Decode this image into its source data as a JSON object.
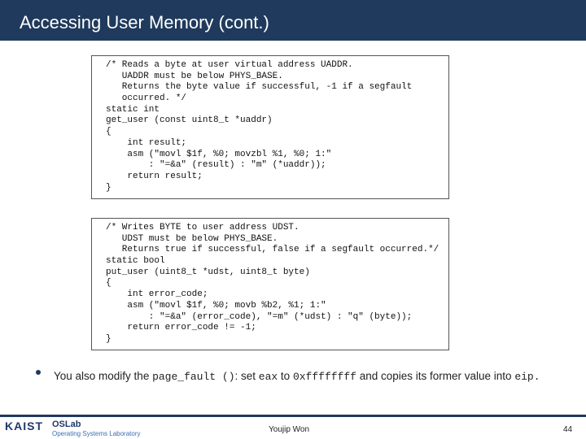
{
  "header": {
    "title": "Accessing User Memory (cont.)"
  },
  "code_blocks": [
    {
      "lines": [
        "/* Reads a byte at user virtual address UADDR.",
        "   UADDR must be below PHYS_BASE.",
        "   Returns the byte value if successful, -1 if a segfault",
        "   occurred. */",
        "static int",
        "get_user (const uint8_t *uaddr)",
        "{",
        "    int result;",
        "    asm (\"movl $1f, %0; movzbl %1, %0; 1:\"",
        "        : \"=&a\" (result) : \"m\" (*uaddr));",
        "    return result;",
        "}"
      ]
    },
    {
      "lines": [
        "/* Writes BYTE to user address UDST.",
        "   UDST must be below PHYS_BASE.",
        "   Returns true if successful, false if a segfault occurred.*/",
        "static bool",
        "put_user (uint8_t *udst, uint8_t byte)",
        "{",
        "    int error_code;",
        "    asm (\"movl $1f, %0; movb %b2, %1; 1:\"",
        "        : \"=&a\" (error_code), \"=m\" (*udst) : \"q\" (byte));",
        "    return error_code != -1;",
        "}"
      ]
    }
  ],
  "bullet": {
    "t1": "You also modify the ",
    "c1": "page_fault ()",
    "t2": ": set ",
    "c2": "eax",
    "t3": " to ",
    "c3": "0xffffffff",
    "t4": " and copies its former value into ",
    "c4": "eip",
    "t5": "."
  },
  "footer": {
    "logo_kaist": "KAIST",
    "logo_oslab": "OSLab",
    "logo_oslab_sub": "Operating Systems Laboratory",
    "author": "Youjip Won",
    "page": "44"
  },
  "colors": {
    "header_bg": "#1f3a5c"
  }
}
